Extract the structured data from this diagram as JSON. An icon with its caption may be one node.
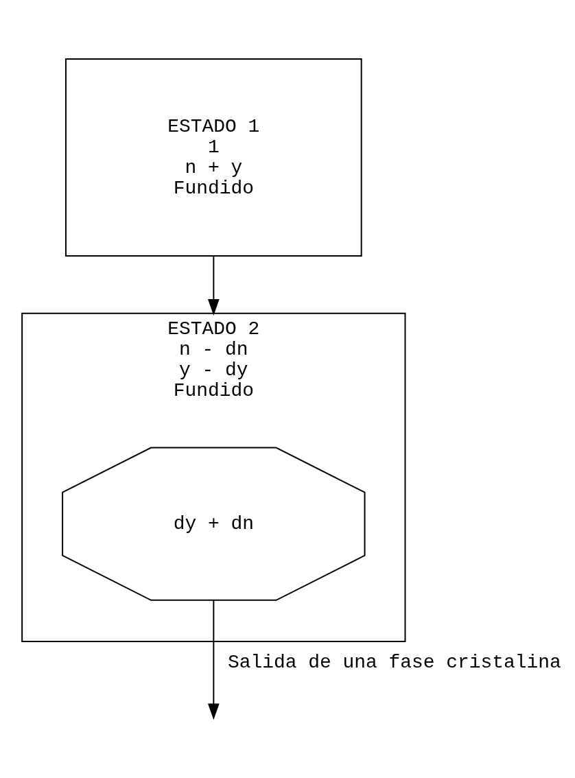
{
  "diagram": {
    "nodes": [
      {
        "text": [
          "ESTADO 1",
          "1",
          "n + y",
          "Fundido"
        ]
      },
      {
        "text": [
          "ESTADO 2",
          "n - dn",
          "y - dy",
          "Fundido"
        ]
      },
      {
        "text": [
          "dy + dn"
        ],
        "in": 1
      }
    ],
    "edges": [
      {
        "from": 0,
        "to": 1,
        "arrow": "to"
      },
      {
        "from": 2,
        "to": null,
        "arrow": "to",
        "label": "Salida de una fase cristalina"
      }
    ]
  }
}
